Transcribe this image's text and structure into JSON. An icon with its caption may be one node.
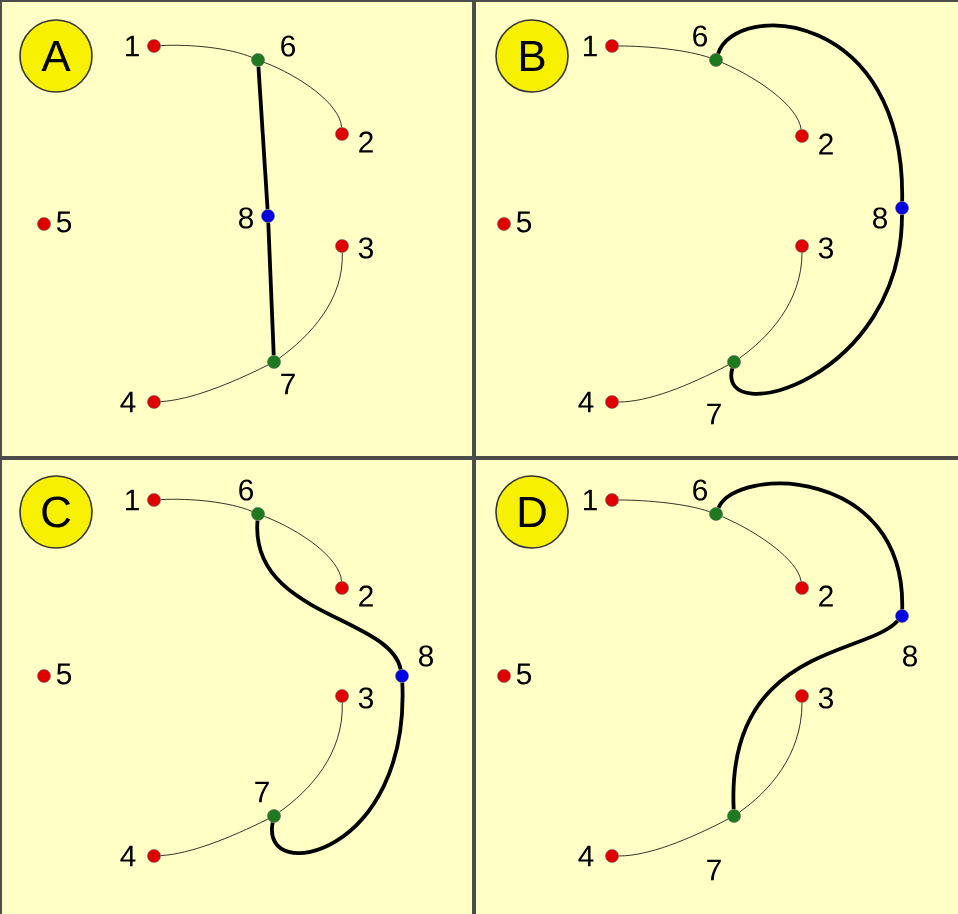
{
  "diagram": {
    "nodes": [
      {
        "text": [],
        "shape": "box"
      },
      {
        "text": [
          "A"
        ],
        "in": 0
      },
      {
        "text": [],
        "shape": "circle",
        "beside": [
          "1"
        ],
        "in": 0
      },
      {
        "text": [],
        "shape": "circle",
        "beside": [
          "2"
        ],
        "in": 0
      },
      {
        "text": [],
        "shape": "circle",
        "beside": [
          "3"
        ],
        "in": 0
      },
      {
        "text": [],
        "shape": "circle",
        "beside": [
          "4"
        ],
        "in": 0
      },
      {
        "text": [],
        "shape": "circle",
        "beside": [
          "5"
        ],
        "in": 0
      },
      {
        "text": [],
        "shape": "circle",
        "beside": [
          "6"
        ],
        "in": 0
      },
      {
        "text": [],
        "shape": "circle",
        "beside": [
          "7"
        ],
        "in": 0
      },
      {
        "text": [],
        "shape": "circle",
        "beside": [
          "8"
        ],
        "in": 0
      },
      {
        "text": [],
        "shape": "box"
      },
      {
        "text": [
          "B"
        ],
        "in": 10
      },
      {
        "text": [],
        "shape": "circle",
        "beside": [
          "1"
        ],
        "in": 10
      },
      {
        "text": [],
        "shape": "circle",
        "beside": [
          "2"
        ],
        "in": 10
      },
      {
        "text": [],
        "shape": "circle",
        "beside": [
          "3"
        ],
        "in": 10
      },
      {
        "text": [],
        "shape": "circle",
        "beside": [
          "4"
        ],
        "in": 10
      },
      {
        "text": [],
        "shape": "circle",
        "beside": [
          "5"
        ],
        "in": 10
      },
      {
        "text": [],
        "shape": "circle",
        "beside": [
          "6"
        ],
        "in": 10
      },
      {
        "text": [],
        "shape": "circle",
        "beside": [
          "7"
        ],
        "in": 10
      },
      {
        "text": [],
        "shape": "circle",
        "beside": [
          "8"
        ],
        "in": 10
      },
      {
        "text": [],
        "shape": "box"
      },
      {
        "text": [
          "C"
        ],
        "in": 20
      },
      {
        "text": [],
        "shape": "circle",
        "beside": [
          "1"
        ],
        "in": 20
      },
      {
        "text": [],
        "shape": "circle",
        "beside": [
          "2"
        ],
        "in": 20
      },
      {
        "text": [],
        "shape": "circle",
        "beside": [
          "3"
        ],
        "in": 20
      },
      {
        "text": [],
        "shape": "circle",
        "beside": [
          "4"
        ],
        "in": 20
      },
      {
        "text": [],
        "shape": "circle",
        "beside": [
          "5"
        ],
        "in": 20
      },
      {
        "text": [],
        "shape": "circle",
        "beside": [
          "6"
        ],
        "in": 20
      },
      {
        "text": [],
        "shape": "circle",
        "beside": [
          "7"
        ],
        "in": 20
      },
      {
        "text": [],
        "shape": "circle",
        "beside": [
          "8"
        ],
        "in": 20
      },
      {
        "text": [],
        "shape": "box"
      },
      {
        "text": [
          "D"
        ],
        "in": 30
      },
      {
        "text": [],
        "shape": "circle",
        "beside": [
          "1"
        ],
        "in": 30
      },
      {
        "text": [],
        "shape": "circle",
        "beside": [
          "2"
        ],
        "in": 30
      },
      {
        "text": [],
        "shape": "circle",
        "beside": [
          "3"
        ],
        "in": 30
      },
      {
        "text": [],
        "shape": "circle",
        "beside": [
          "4"
        ],
        "in": 30
      },
      {
        "text": [],
        "shape": "circle",
        "beside": [
          "5"
        ],
        "in": 30
      },
      {
        "text": [],
        "shape": "circle",
        "beside": [
          "6"
        ],
        "in": 30
      },
      {
        "text": [],
        "shape": "circle",
        "beside": [
          "7"
        ],
        "in": 30
      },
      {
        "text": [],
        "shape": "circle",
        "beside": [
          "8"
        ],
        "in": 30
      }
    ],
    "edges": [
      {
        "from": 2,
        "to": 7,
        "arrow": "none"
      },
      {
        "from": 7,
        "to": 3,
        "arrow": "none"
      },
      {
        "from": 4,
        "to": 8,
        "arrow": "none"
      },
      {
        "from": 8,
        "to": 5,
        "arrow": "none"
      },
      {
        "from": 7,
        "to": 9,
        "arrow": "none",
        "style": "thick"
      },
      {
        "from": 9,
        "to": 8,
        "arrow": "none",
        "style": "thick"
      },
      {
        "from": 12,
        "to": 17,
        "arrow": "none"
      },
      {
        "from": 17,
        "to": 13,
        "arrow": "none"
      },
      {
        "from": 14,
        "to": 18,
        "arrow": "none"
      },
      {
        "from": 18,
        "to": 15,
        "arrow": "none"
      },
      {
        "from": 17,
        "to": 19,
        "arrow": "none",
        "style": "thick"
      },
      {
        "from": 19,
        "to": 18,
        "arrow": "none",
        "style": "thick"
      },
      {
        "from": 22,
        "to": 27,
        "arrow": "none"
      },
      {
        "from": 27,
        "to": 23,
        "arrow": "none"
      },
      {
        "from": 24,
        "to": 28,
        "arrow": "none"
      },
      {
        "from": 28,
        "to": 25,
        "arrow": "none"
      },
      {
        "from": 27,
        "to": 29,
        "arrow": "none",
        "style": "thick"
      },
      {
        "from": 29,
        "to": 28,
        "arrow": "none",
        "style": "thick"
      },
      {
        "from": 32,
        "to": 37,
        "arrow": "none"
      },
      {
        "from": 37,
        "to": 33,
        "arrow": "none"
      },
      {
        "from": 34,
        "to": 38,
        "arrow": "none"
      },
      {
        "from": 38,
        "to": 35,
        "arrow": "none"
      },
      {
        "from": 37,
        "to": 39,
        "arrow": "none",
        "style": "thick"
      },
      {
        "from": 39,
        "to": 38,
        "arrow": "none",
        "style": "thick"
      }
    ]
  }
}
